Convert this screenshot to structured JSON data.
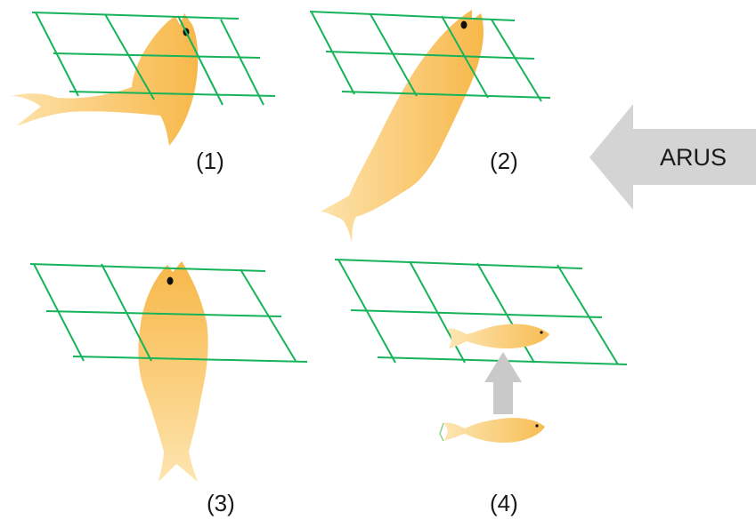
{
  "panels": [
    {
      "label": "(1)"
    },
    {
      "label": "(2)"
    },
    {
      "label": "(3)"
    },
    {
      "label": "(4)"
    }
  ],
  "current": {
    "label": "ARUS"
  },
  "colors": {
    "net": "#16b35a",
    "fish_light": "#fde2a4",
    "fish_dark": "#f6b84a",
    "arrow": "#d4d4d4",
    "text": "#1a1a1a"
  },
  "icons": [
    "net-grid",
    "fish",
    "current-arrow",
    "up-arrow"
  ]
}
